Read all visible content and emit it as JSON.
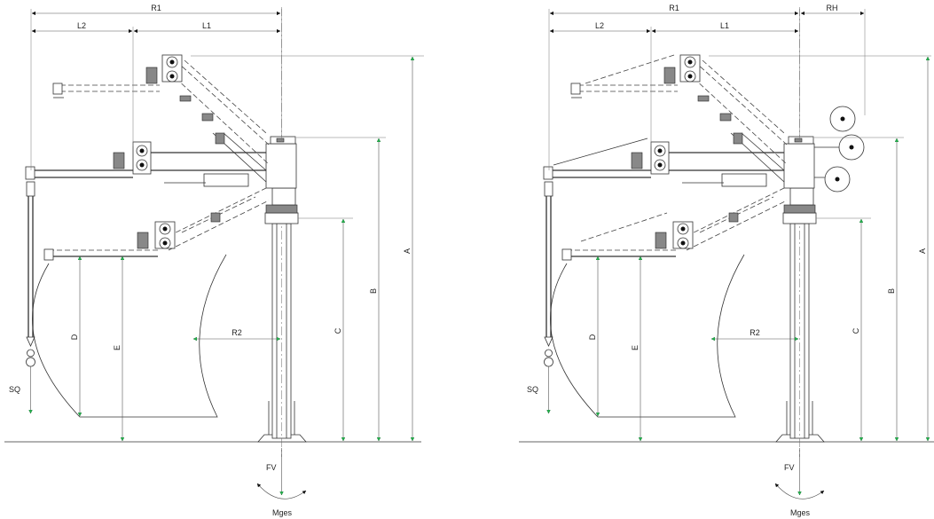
{
  "diagrams": [
    {
      "id": "left",
      "labels": {
        "r1": "R1",
        "l2": "L2",
        "l1": "L1",
        "a": "A",
        "b": "B",
        "c": "C",
        "d": "D",
        "e": "E",
        "r2": "R2",
        "sq": "SQ",
        "fv": "FV",
        "mges": "Mges"
      }
    },
    {
      "id": "right",
      "labels": {
        "r1": "R1",
        "rh": "RH",
        "l2": "L2",
        "l1": "L1",
        "a": "A",
        "b": "B",
        "c": "C",
        "d": "D",
        "e": "E",
        "r2": "R2",
        "sq": "SQ",
        "fv": "FV",
        "mges": "Mges"
      }
    }
  ],
  "colors": {
    "arrow_fill": "#22b14c",
    "line": "#333333"
  }
}
